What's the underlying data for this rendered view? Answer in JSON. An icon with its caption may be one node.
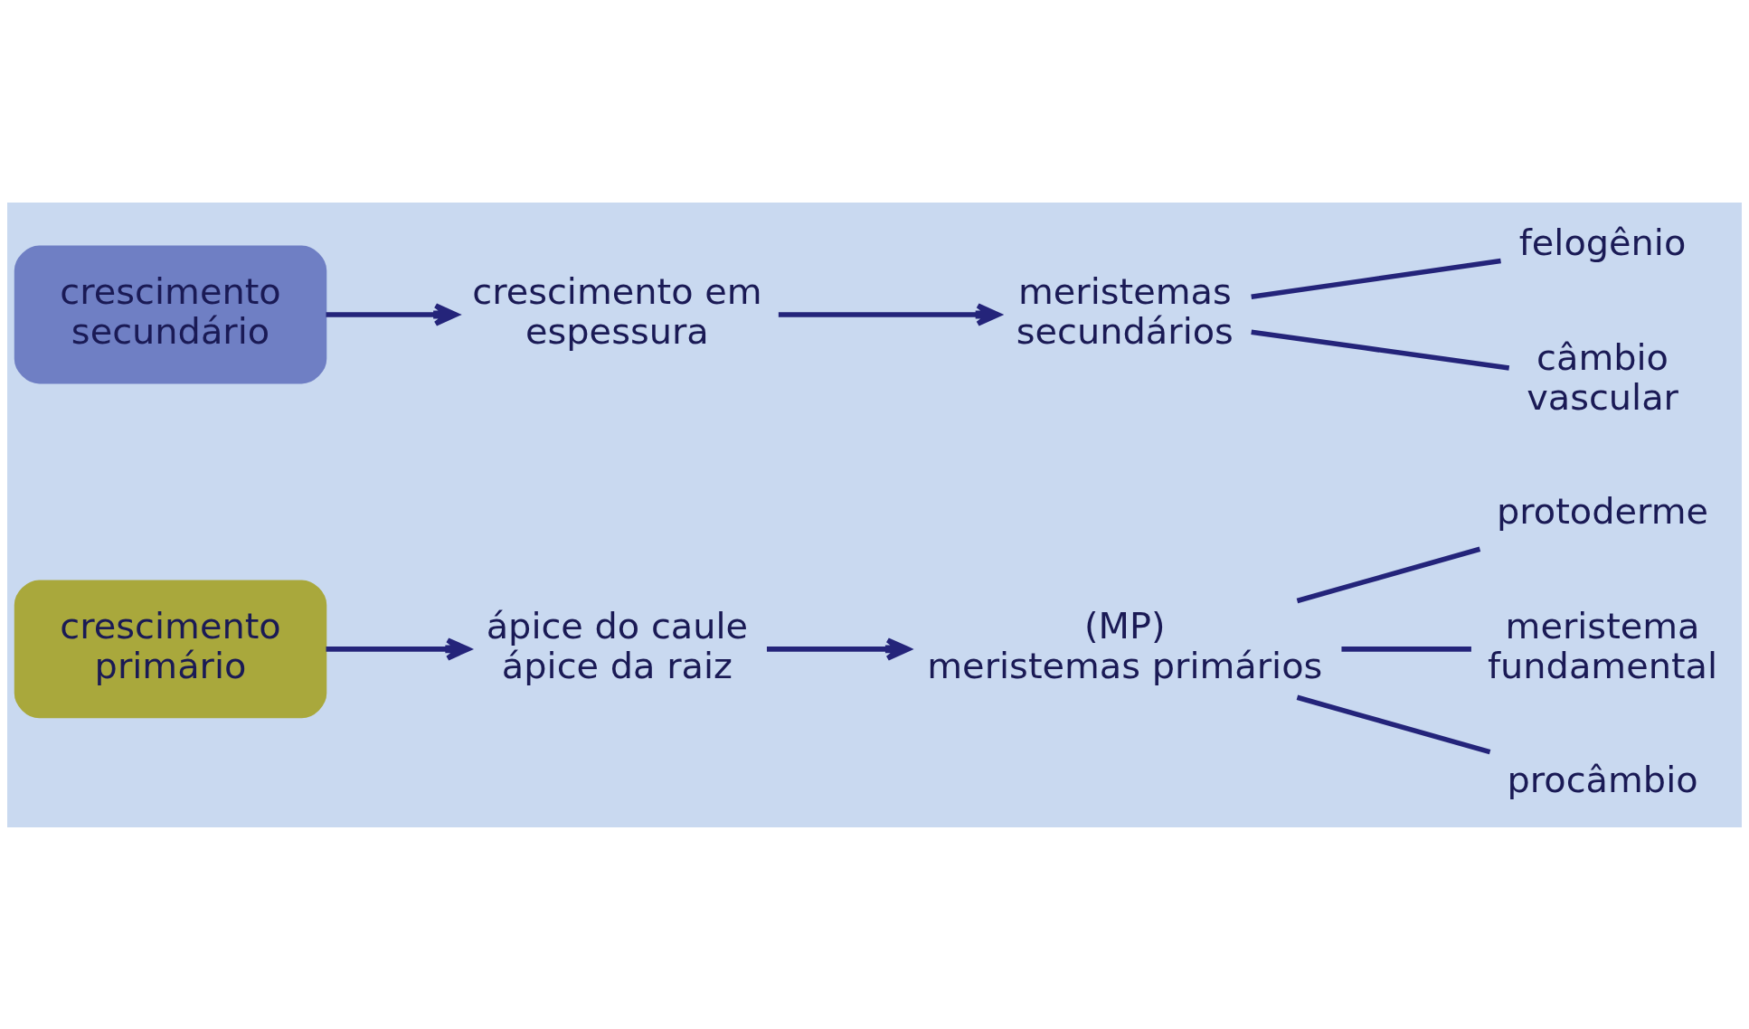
{
  "diagram": {
    "nodes": [
      {
        "text": [
          "crescimento primário"
        ]
      },
      {
        "text": [
          "ápice do caule",
          "ápice da raiz"
        ]
      },
      {
        "text": [
          "(MP) meristemas primários"
        ]
      },
      {
        "text": [
          "protoderme"
        ]
      },
      {
        "text": [
          "meristema fundamental"
        ]
      },
      {
        "text": [
          "procâmbio"
        ]
      },
      {
        "text": [
          "crescimento secundário"
        ]
      },
      {
        "text": [
          "crescimento em espessura"
        ]
      },
      {
        "text": [
          "meristemas secundários"
        ]
      },
      {
        "text": [
          "felogênio"
        ]
      },
      {
        "text": [
          "câmbio vascular"
        ]
      }
    ],
    "edges": [
      {
        "from": 0,
        "to": 1,
        "arrow": "to"
      },
      {
        "from": 1,
        "to": 2,
        "arrow": "to"
      },
      {
        "from": 2,
        "to": 3,
        "arrow": "none"
      },
      {
        "from": 2,
        "to": 4,
        "arrow": "none"
      },
      {
        "from": 2,
        "to": 5,
        "arrow": "none"
      },
      {
        "from": 6,
        "to": 7,
        "arrow": "to"
      },
      {
        "from": 7,
        "to": 8,
        "arrow": "to"
      },
      {
        "from": 8,
        "to": 9,
        "arrow": "none"
      },
      {
        "from": 8,
        "to": 10,
        "arrow": "none"
      }
    ]
  }
}
